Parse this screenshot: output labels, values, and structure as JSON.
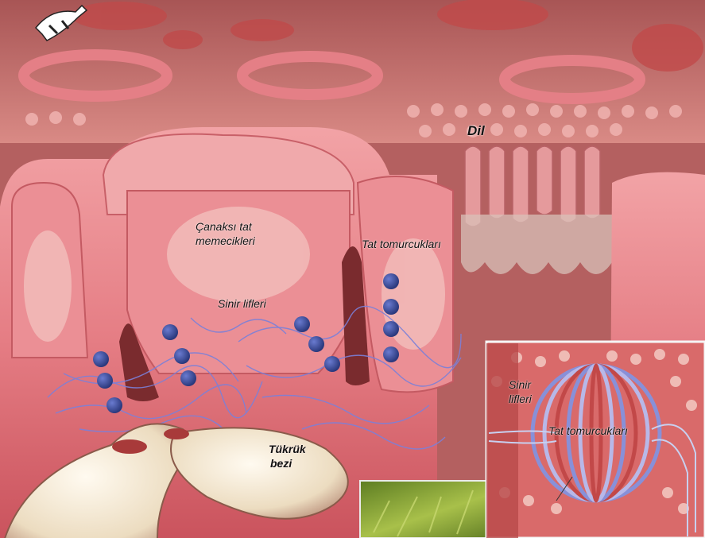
{
  "labels": {
    "tongue": "Dil",
    "circumvallate_papillae_line1": "Çanaksı tat",
    "circumvallate_papillae_line2": "memecikleri",
    "taste_buds": "Tat tomurcukları",
    "nerve_fibers": "Sinir lifleri",
    "salivary_gland_line1": "Tükrük",
    "salivary_gland_line2": "bezi",
    "inset_nerve_line1": "Sinir",
    "inset_nerve_line2": "lifleri",
    "inset_taste_buds": "Tat tomurcukları"
  },
  "colors": {
    "tissue": "#e8828a",
    "tissue_dark": "#c8505a",
    "tissue_light": "#f2b0b0",
    "receptor": "#3d4f9a",
    "nerve": "#7a80d8",
    "gland": "#f3ecd8",
    "inset_bg": "#d96a6a",
    "moss": "#7ea83a"
  }
}
